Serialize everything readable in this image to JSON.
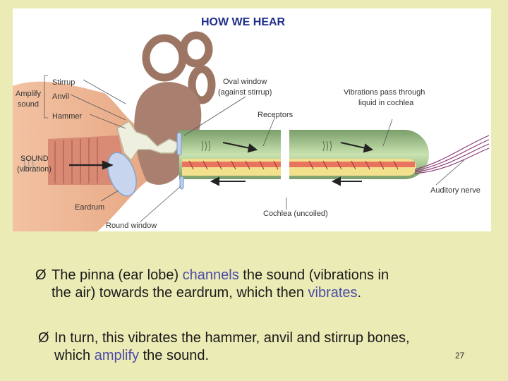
{
  "figure": {
    "title": "HOW WE HEAR",
    "labels": {
      "stirrup": "Stirrup",
      "anvil": "Anvil",
      "hammer": "Hammer",
      "amplify": "Amplify",
      "sound": "sound",
      "sound_caps": "SOUND",
      "vibration": "(vibration)",
      "eardrum": "Eardrum",
      "round_window": "Round window",
      "oval_window": "Oval window",
      "against_stirrup": "(against stirrup)",
      "receptors": "Receptors",
      "vibrations_pass": "Vibrations pass through",
      "liquid_cochlea": "liquid in cochlea",
      "auditory_nerve": "Auditory nerve",
      "cochlea_uncoiled": "Cochlea (uncoiled)"
    }
  },
  "bullets": [
    {
      "marker": "Ø",
      "line1_a": "The pinna (ear lobe) ",
      "line1_hl": "channels",
      "line1_b": " the sound (vibrations in",
      "line2_a": "the air) towards the eardrum, which then ",
      "line2_hl": "vibrates",
      "line2_b": "."
    },
    {
      "marker": "Ø",
      "line1": "In turn, this vibrates the hammer, anvil and stirrup bones,",
      "line2_a": "which ",
      "line2_hl": "amplify",
      "line2_b": " the sound."
    }
  ],
  "page_number": "27",
  "colors": {
    "background": "#ebebb6",
    "highlight": "#4a4aa8",
    "title": "#1f2f8a"
  }
}
